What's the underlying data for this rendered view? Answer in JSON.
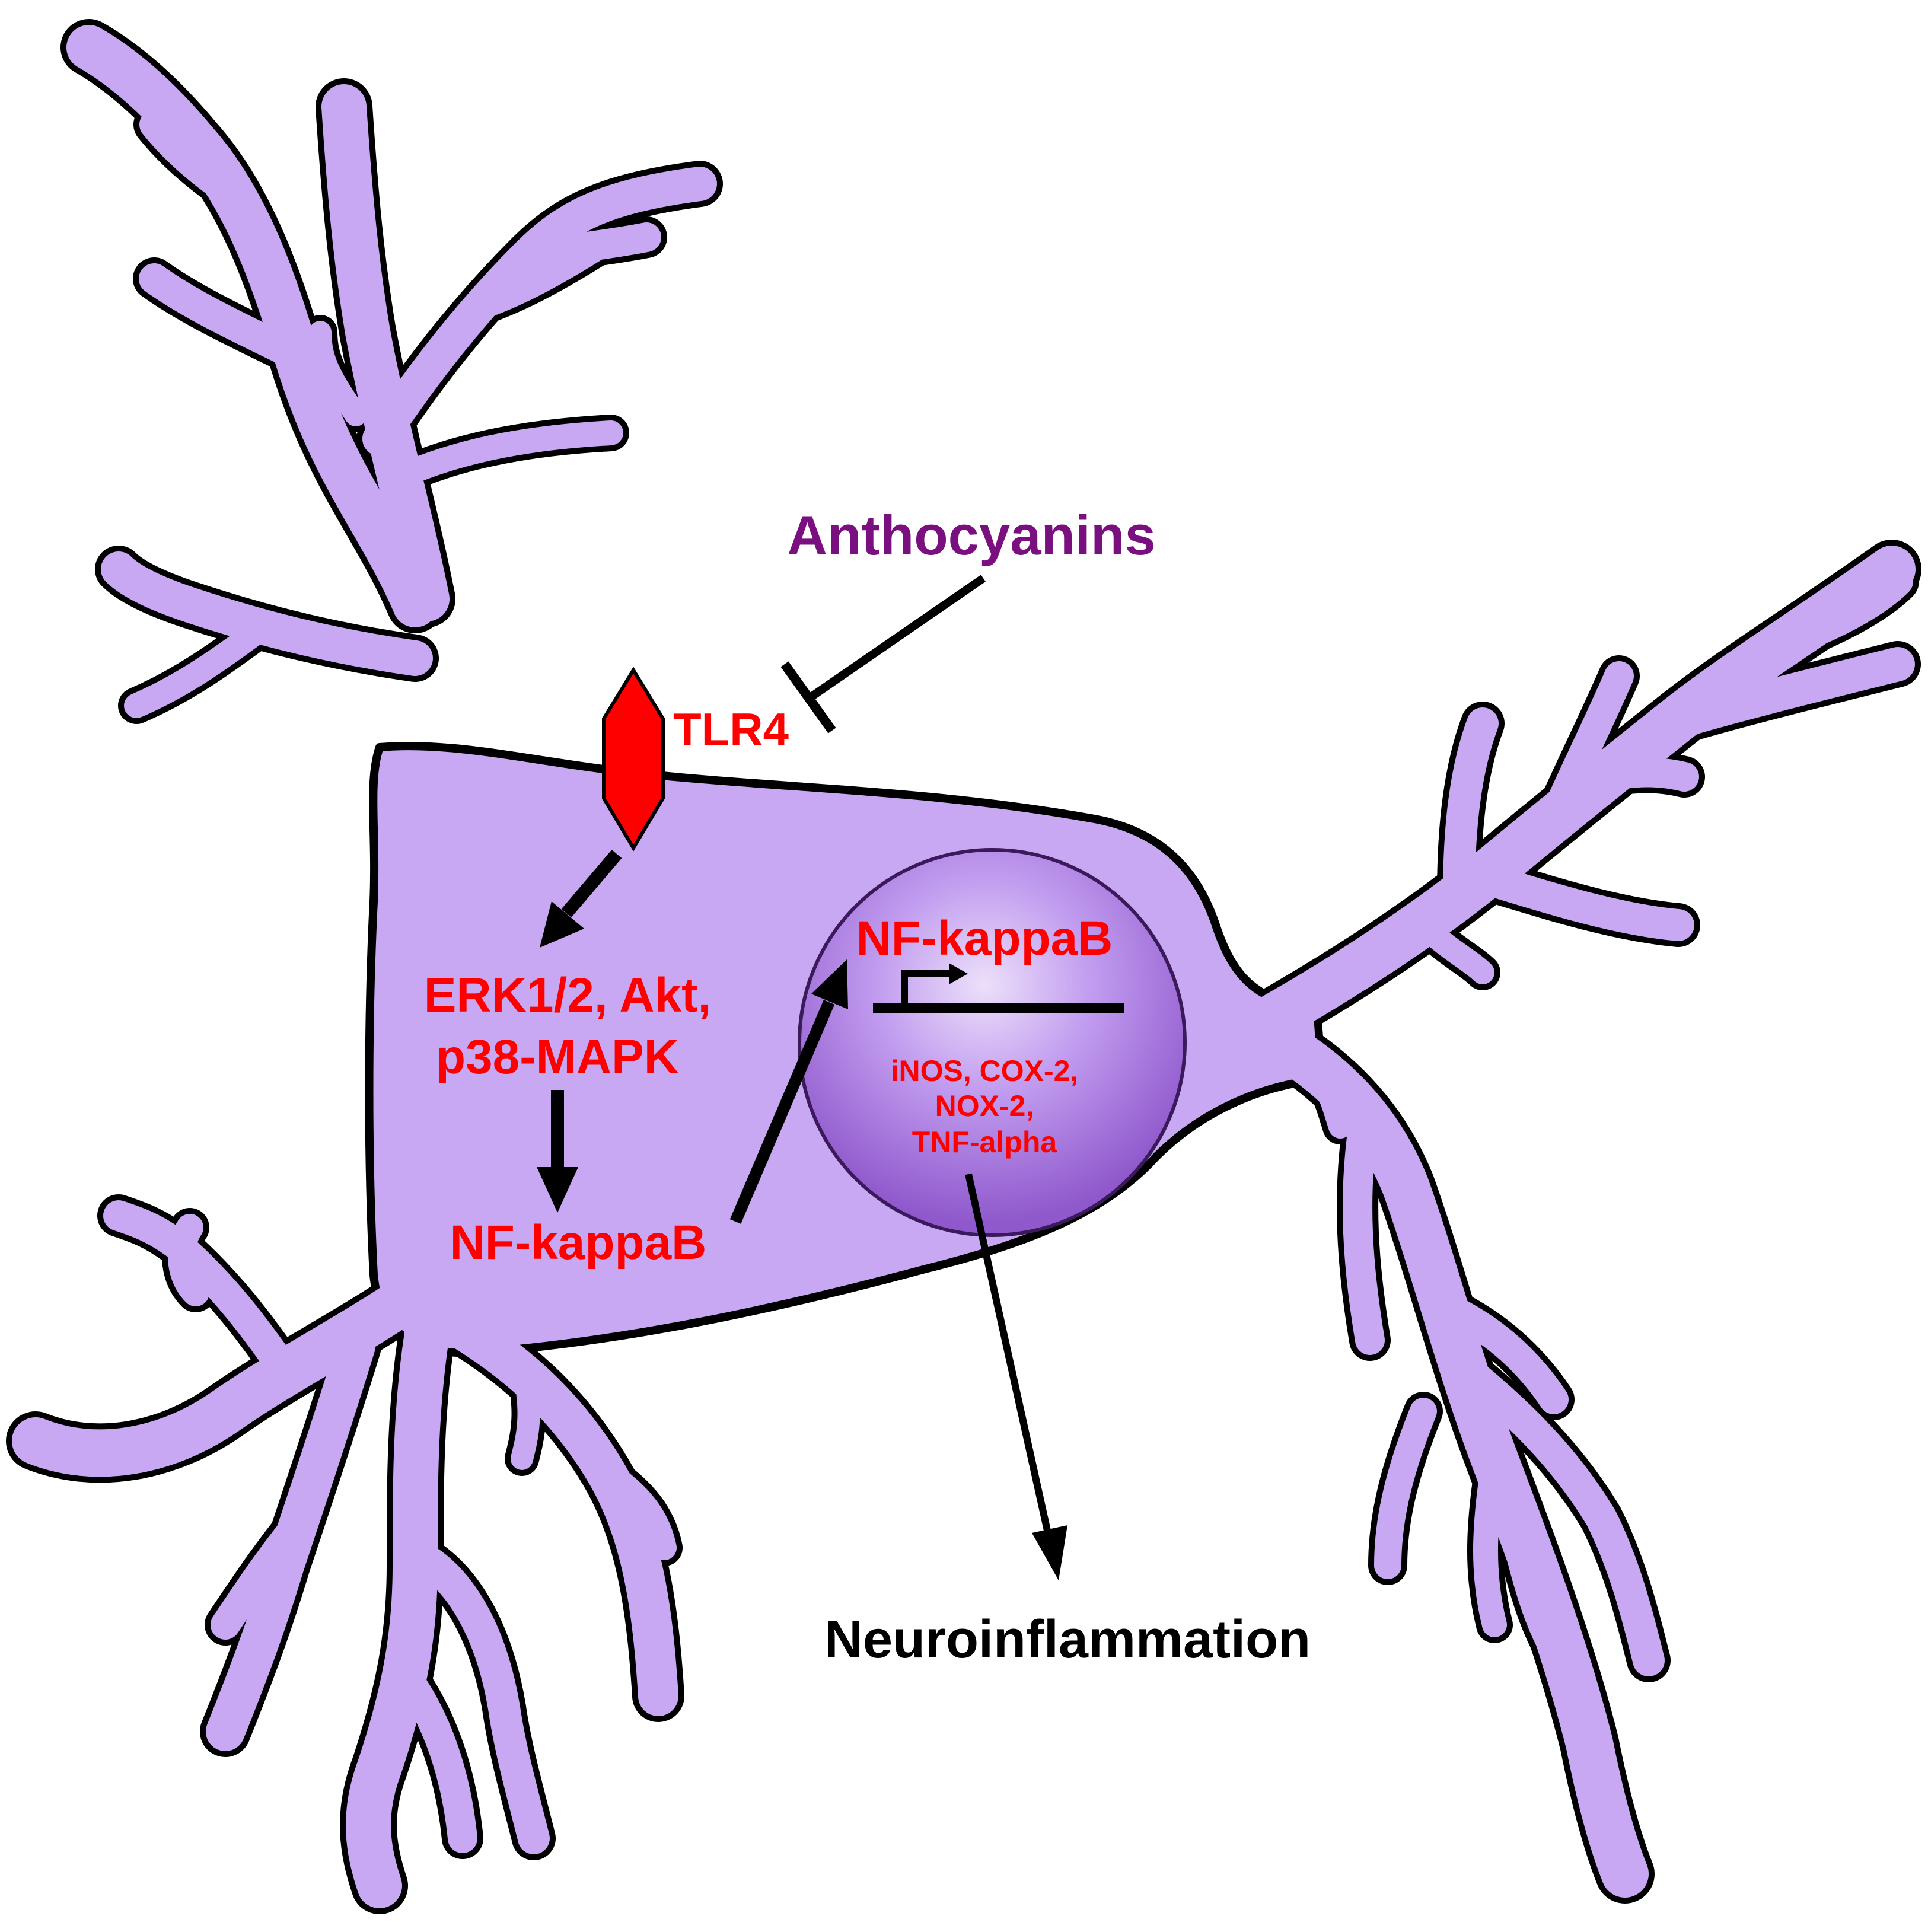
{
  "labels": {
    "anthocyanins": "Anthocyanins",
    "tlr4": "TLR4",
    "kinases_line1": "ERK1/2, Akt,",
    "kinases_line2": "p38-MAPK",
    "nfkb_cytoplasm": "NF-kappaB",
    "nfkb_nucleus": "NF-kappaB",
    "genes_line1": "iNOS, COX-2,",
    "genes_line2": "NOX-2,",
    "genes_line3": "TNF-alpha",
    "outcome": "Neuroinflammation"
  },
  "colors": {
    "cell_fill": "#c9a8f3",
    "outline": "#000000",
    "signal_red": "#ff0000",
    "anthocyanin_purple": "#7a1080",
    "nucleus_dark": "#9a66d6",
    "nucleus_light": "#e6d7f7",
    "text_black": "#000000"
  },
  "icons": {
    "receptor": "tlr4-receptor-hexagon",
    "promoter": "transcription-start-arrow-icon",
    "inhibition": "inhibition-t-bar-icon"
  }
}
